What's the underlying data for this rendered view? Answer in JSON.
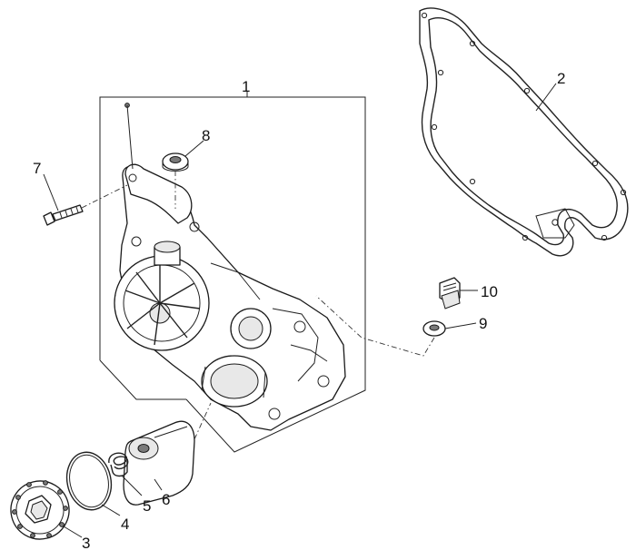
{
  "callouts": {
    "c1": "1",
    "c2": "2",
    "c3": "3",
    "c4": "4",
    "c5": "5",
    "c6": "6",
    "c7": "7",
    "c8": "8",
    "c9": "9",
    "c10": "10"
  },
  "parts": [
    {
      "ref": "1",
      "icon": "engine-side-cover"
    },
    {
      "ref": "2",
      "icon": "cover-gasket"
    },
    {
      "ref": "3",
      "icon": "filter-cap"
    },
    {
      "ref": "4",
      "icon": "o-ring"
    },
    {
      "ref": "5",
      "icon": "spring"
    },
    {
      "ref": "6",
      "icon": "oil-filter"
    },
    {
      "ref": "7",
      "icon": "bolt"
    },
    {
      "ref": "8",
      "icon": "oil-seal"
    },
    {
      "ref": "9",
      "icon": "washer"
    },
    {
      "ref": "10",
      "icon": "drain-plug"
    }
  ],
  "colors": {
    "ink": "#1a1a1a",
    "background": "#ffffff"
  }
}
